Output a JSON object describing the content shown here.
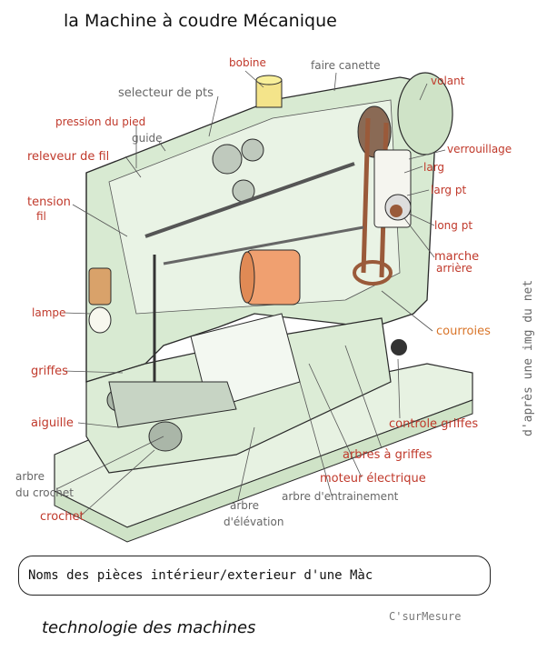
{
  "title": "la  Machine à coudre Mécanique",
  "labels": {
    "bobine": "bobine",
    "faire_canette": "faire canette",
    "volant": "volant",
    "selecteur_de_pts": "selecteur de pts",
    "pression_du_pied": "pression du pied",
    "guide": "guide",
    "releveur_de_fil": "releveur de fil",
    "verrouillage": "verrouillage",
    "larg": "larg",
    "larg_pt": "larg pt",
    "tension": "tension",
    "fil": "fil",
    "long_pt": "long pt",
    "marche": "marche",
    "arriere": "arrière",
    "lampe": "lampe",
    "courroies": "courroies",
    "griffes": "griffes",
    "aiguille": "aiguille",
    "controle_griffes": "controle griffes",
    "arbres_a_griffes": "arbres à griffes",
    "arbre_1": "arbre",
    "du_crochet": "du crochet",
    "moteur_electrique": "moteur électrique",
    "arbre_d_entrainement": "arbre d'entrainement",
    "crochet": "crochet",
    "arbre_2": "arbre",
    "d_elevation": "d'élévation"
  },
  "side_note": "d'après une img du net",
  "caption": "Noms des pièces intérieur/exterieur d'une Màc",
  "credit": "C'surMesure",
  "footer": "technologie des machines",
  "colors": {
    "label_red": "#c0392b",
    "label_gray": "#666666",
    "label_orange": "#d9752a",
    "machine_green": "#d8ead2",
    "machine_outline": "#2a2a2a",
    "belt_brown": "#9a5a3a",
    "motor_orange": "#f0a070",
    "spool_yellow": "#f4e48a"
  }
}
